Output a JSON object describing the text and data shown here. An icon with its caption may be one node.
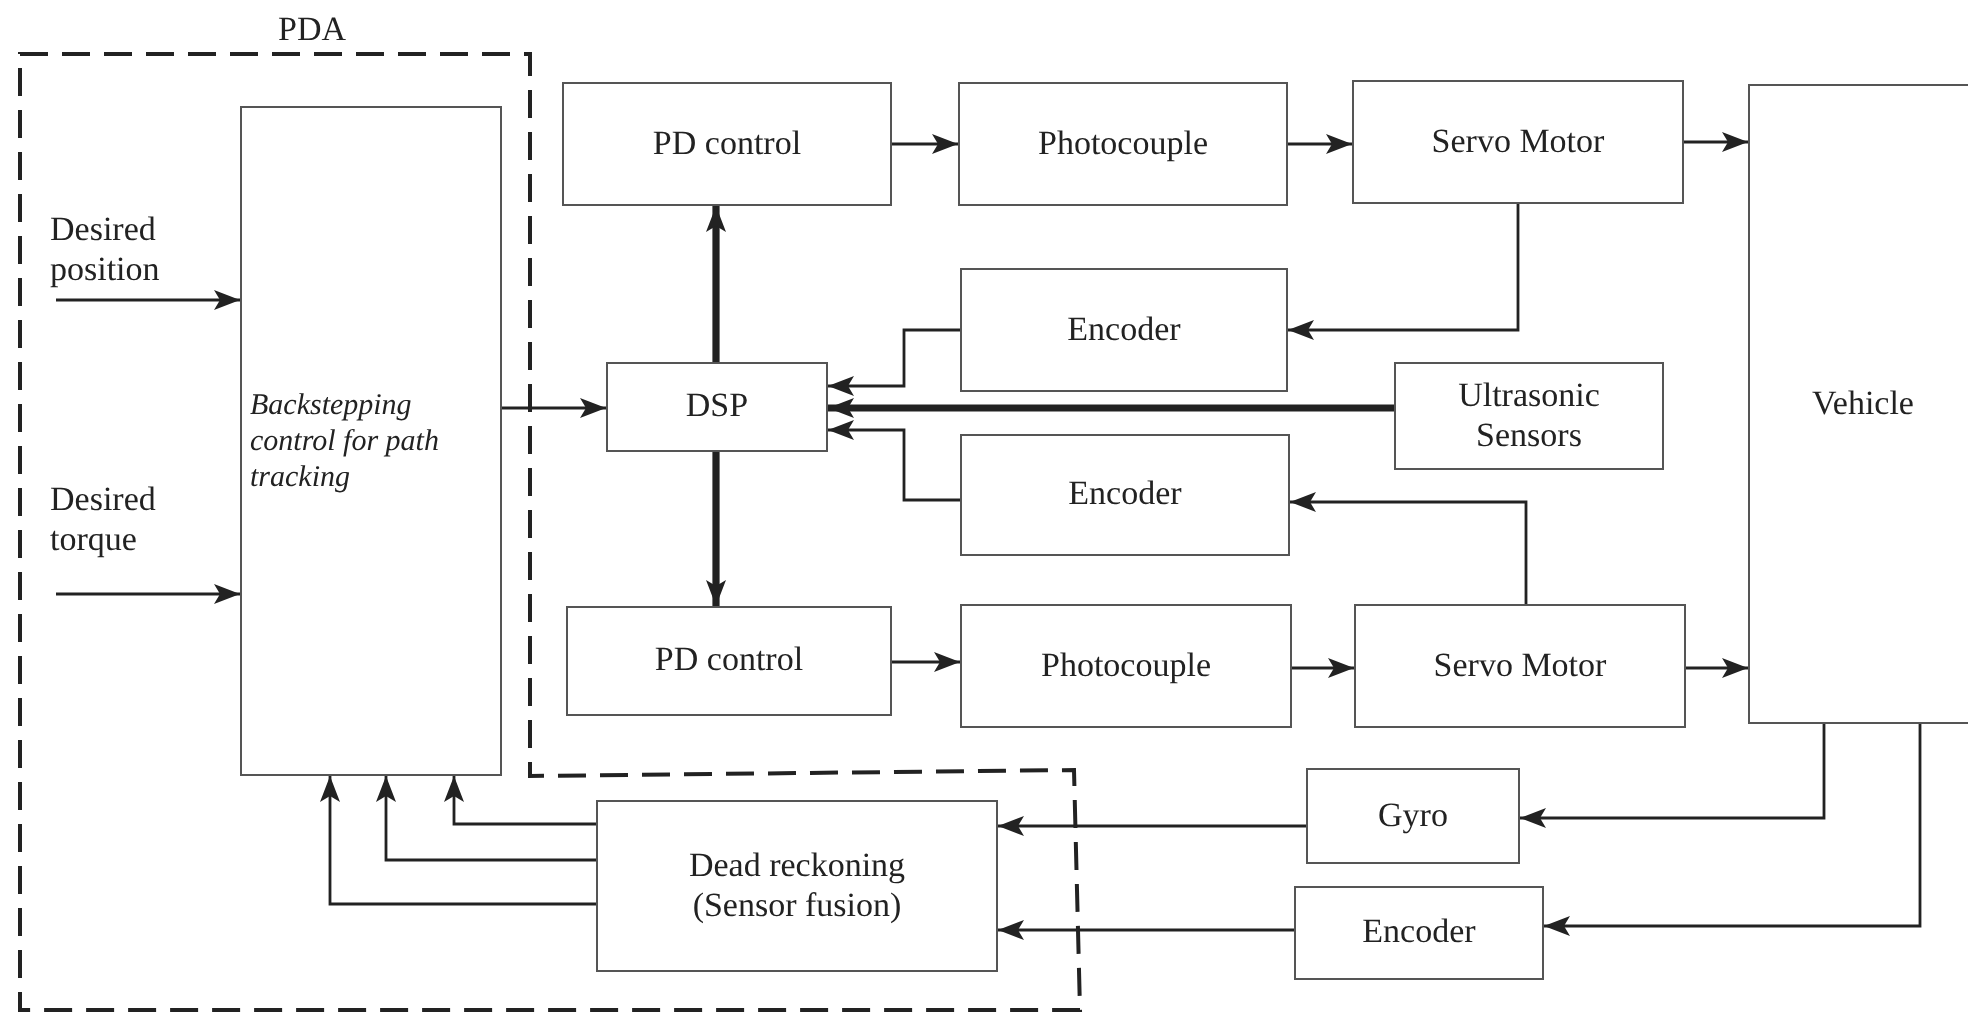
{
  "diagram": {
    "nodes": [
      {
        "text": [
          "PDA"
        ]
      },
      {
        "text": [
          "Desired position"
        ],
        "in": 0
      },
      {
        "text": [
          "Desired torque"
        ],
        "in": 0
      },
      {
        "text": [
          "Backstepping control for path tracking"
        ],
        "in": 0
      },
      {
        "text": [
          "Dead reckoning (Sensor fusion)"
        ],
        "in": 0
      },
      {
        "text": [
          "PD control"
        ]
      },
      {
        "text": [
          "Photocouple"
        ]
      },
      {
        "text": [
          "Servo Motor"
        ]
      },
      {
        "text": [
          "Encoder"
        ]
      },
      {
        "text": [
          "DSP"
        ]
      },
      {
        "text": [
          "Ultrasonic Sensors"
        ]
      },
      {
        "text": [
          "Encoder"
        ]
      },
      {
        "text": [
          "PD control"
        ]
      },
      {
        "text": [
          "Photocouple"
        ]
      },
      {
        "text": [
          "Servo Motor"
        ]
      },
      {
        "text": [
          "Vehicle"
        ]
      },
      {
        "text": [
          "Gyro"
        ]
      },
      {
        "text": [
          "Encoder"
        ]
      }
    ],
    "edges": [
      {
        "from": 1,
        "to": 3,
        "arrow": "to"
      },
      {
        "from": 2,
        "to": 3,
        "arrow": "to"
      },
      {
        "from": 3,
        "to": 9,
        "arrow": "to"
      },
      {
        "from": 9,
        "to": 5,
        "arrow": "to",
        "style": "thick"
      },
      {
        "from": 9,
        "to": 12,
        "arrow": "to",
        "style": "thick"
      },
      {
        "from": 5,
        "to": 6,
        "arrow": "to"
      },
      {
        "from": 6,
        "to": 7,
        "arrow": "to"
      },
      {
        "from": 7,
        "to": 15,
        "arrow": "to"
      },
      {
        "from": 7,
        "to": 8,
        "arrow": "to"
      },
      {
        "from": 8,
        "to": 9,
        "arrow": "to"
      },
      {
        "from": 10,
        "to": 9,
        "arrow": "to",
        "style": "thick"
      },
      {
        "from": 11,
        "to": 9,
        "arrow": "to"
      },
      {
        "from": 14,
        "to": 11,
        "arrow": "to"
      },
      {
        "from": 12,
        "to": 13,
        "arrow": "to"
      },
      {
        "from": 13,
        "to": 14,
        "arrow": "to"
      },
      {
        "from": 14,
        "to": 15,
        "arrow": "to"
      },
      {
        "from": 15,
        "to": 16,
        "arrow": "to"
      },
      {
        "from": 15,
        "to": 17,
        "arrow": "to"
      },
      {
        "from": 16,
        "to": 4,
        "arrow": "to"
      },
      {
        "from": 17,
        "to": 4,
        "arrow": "to"
      },
      {
        "from": 4,
        "to": 3,
        "arrow": "to"
      },
      {
        "from": 4,
        "to": 3,
        "arrow": "to"
      },
      {
        "from": 4,
        "to": 3,
        "arrow": "to"
      }
    ]
  }
}
